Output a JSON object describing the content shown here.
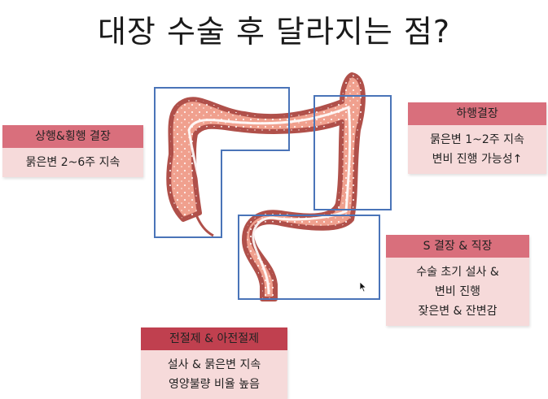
{
  "title": "대장 수술 후 달라지는 점?",
  "labels": {
    "ascending_transverse": {
      "heading": "상행&횡행 결장",
      "lines": [
        "묽은변 2~6주 지속"
      ]
    },
    "descending": {
      "heading": "하행결장",
      "lines": [
        "묽은변 1~2주 지속",
        "변비 진행 가능성↑"
      ]
    },
    "sigmoid_rectum": {
      "heading": "S 결장 & 직장",
      "lines": [
        "수술 초기 설사 &",
        "변비 진행",
        "잦은변 & 잔변감"
      ]
    },
    "total": {
      "heading": "전절제 & 아전절제",
      "lines": [
        "설사 & 묽은변 지속",
        "영양불량 비율 높음"
      ]
    }
  },
  "colors": {
    "colon_fill": "#f0a08e",
    "colon_outline": "#b0504a",
    "box_stroke": "#4a74b8",
    "label_head": "#d96f7c",
    "label_head_dark": "#c0404f",
    "label_body": "#f6dada"
  }
}
